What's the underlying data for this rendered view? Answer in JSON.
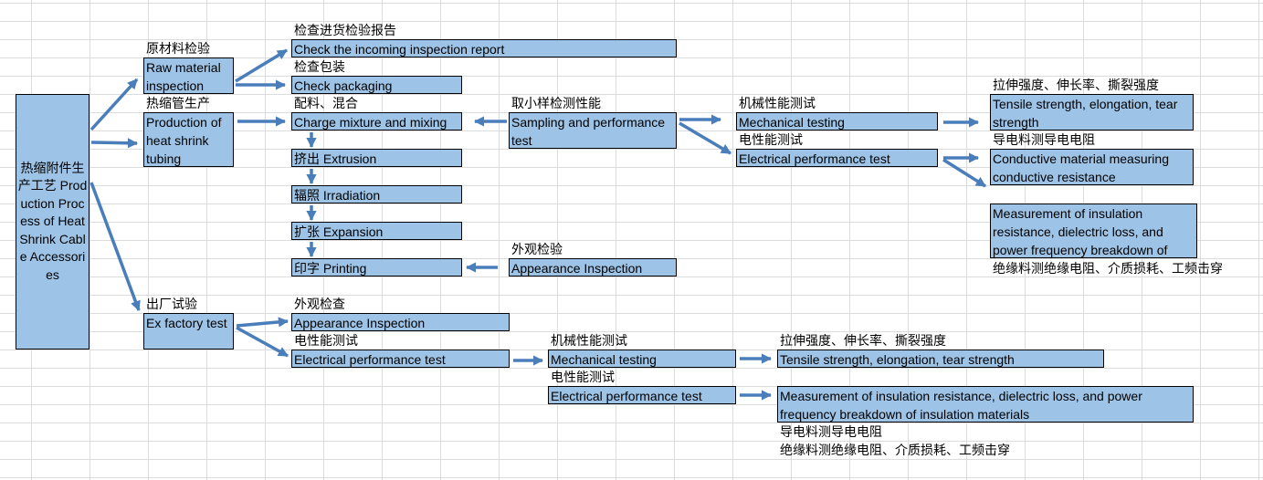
{
  "root": {
    "label": "热缩附件生产工艺 Production Process of Heat Shrink Cable Accessories"
  },
  "raw_material": {
    "label_cn": "原材料检验",
    "box": "Raw material inspection",
    "report_cn": "检查进货检验报告",
    "report": "Check the incoming inspection report",
    "packaging_cn": "检查包装",
    "packaging": "Check packaging"
  },
  "production": {
    "label_cn": "热缩管生产",
    "box": "Production of heat shrink tubing",
    "mixing_cn": "配料、混合",
    "mixing": "Charge mixture and mixing",
    "extrusion": "挤出 Extrusion",
    "irradiation": "辐照 Irradiation",
    "expansion": "扩张 Expansion",
    "printing": "印字 Printing",
    "sampling_cn": "取小样检测性能",
    "sampling": "Sampling and performance test",
    "appearance_cn": "外观检验",
    "appearance": "Appearance Inspection",
    "mech_cn": "机械性能测试",
    "mech": "Mechanical testing",
    "elec_cn": "电性能测试",
    "elec": "Electrical performance test",
    "tensile_cn": "拉伸强度、伸长率、撕裂强度",
    "tensile": "Tensile strength, elongation, tear strength",
    "conductive_cn": "导电料测导电电阻",
    "conductive": "Conductive material measuring conductive resistance",
    "insulation": "Measurement of insulation resistance, dielectric loss, and power frequency breakdown of",
    "insulation_cn": "绝缘料测绝缘电阻、介质损耗、工频击穿"
  },
  "ex_factory": {
    "label_cn": "出厂试验",
    "box": "Ex factory test",
    "appearance_cn": "外观检查",
    "appearance": "Appearance Inspection",
    "elec_cn": "电性能测试",
    "elec": "Electrical performance test",
    "mech_cn": "机械性能测试",
    "mech": "Mechanical testing",
    "elec2_cn": "电性能测试",
    "elec2": "Electrical performance test",
    "tensile_cn": "拉伸强度、伸长率、撕裂强度",
    "tensile": "Tensile strength, elongation, tear strength",
    "insulation": "Measurement of insulation resistance, dielectric loss, and power frequency breakdown of insulation materials",
    "conductive_cn": "导电料测导电电阻",
    "insulation_cn": "绝缘料测绝缘电阻、介质损耗、工频击穿"
  },
  "colors": {
    "box_fill": "#9dc3e6",
    "arrow": "#4a7ebb",
    "grid": "#dadcdd"
  }
}
